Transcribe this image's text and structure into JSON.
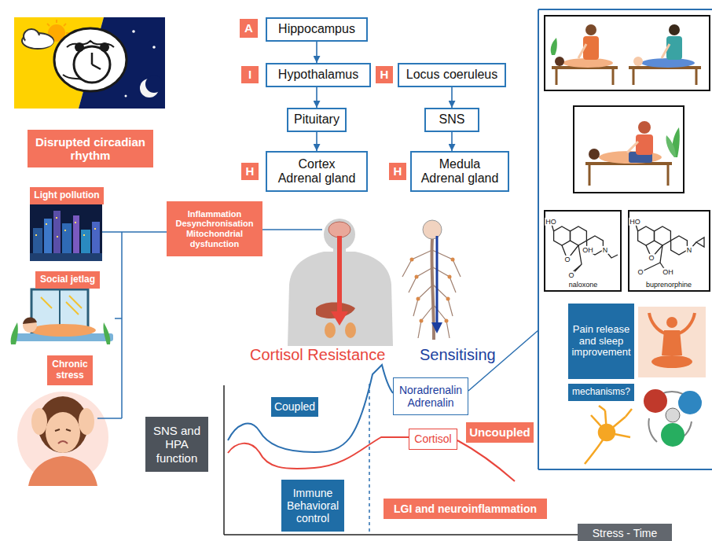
{
  "diagram": {
    "nodes": [
      {
        "text": [
          "Disrupted circadian rhythm"
        ]
      },
      {
        "text": [
          "Light pollution"
        ]
      },
      {
        "text": [
          "Social jetlag"
        ]
      },
      {
        "text": [
          "Chronic stress"
        ]
      },
      {
        "text": [
          "Inflammation Desynchronisation Mitochondrial dysfunction"
        ]
      },
      {
        "text": [
          "A"
        ]
      },
      {
        "text": [
          "Hippocampus"
        ]
      },
      {
        "text": [
          "I"
        ]
      },
      {
        "text": [
          "Hypothalamus"
        ]
      },
      {
        "text": [
          "H"
        ]
      },
      {
        "text": [
          "Locus coeruleus"
        ]
      },
      {
        "text": [
          "Pituitary"
        ]
      },
      {
        "text": [
          "SNS"
        ]
      },
      {
        "text": [
          "H"
        ]
      },
      {
        "text": [
          "Cortex Adrenal gland"
        ]
      },
      {
        "text": [
          "H"
        ]
      },
      {
        "text": [
          "Medula Adrenal gland"
        ]
      },
      {
        "text": [
          "Pain release and sleep improvement"
        ]
      },
      {
        "text": [
          "mechanisms?"
        ]
      },
      {
        "text": [
          "SNS and HPA function"
        ]
      },
      {
        "text": [
          "Coupled"
        ]
      },
      {
        "text": [
          "Noradrenalin Adrenalin"
        ]
      },
      {
        "text": [
          "Cortisol"
        ]
      },
      {
        "text": [
          "Uncoupled"
        ]
      },
      {
        "text": [
          "Immune Behavioral control"
        ]
      },
      {
        "text": [
          "LGI and neuroinflammation"
        ]
      },
      {
        "text": [
          "Stress - Time"
        ]
      }
    ],
    "edges": [
      {
        "from": 6,
        "to": 8,
        "arrow": "to"
      },
      {
        "from": 8,
        "to": 11,
        "arrow": "to"
      },
      {
        "from": 11,
        "to": 14,
        "arrow": "to"
      },
      {
        "from": 10,
        "to": 12,
        "arrow": "to"
      },
      {
        "from": 12,
        "to": 16,
        "arrow": "to"
      }
    ],
    "labels": [
      "Cortisol Resistance",
      "Sensitising",
      "HO",
      "OH",
      "O",
      "O",
      "N",
      "naloxone",
      "HO",
      "O",
      "O",
      "OH",
      "N",
      "buprenorphine"
    ]
  }
}
